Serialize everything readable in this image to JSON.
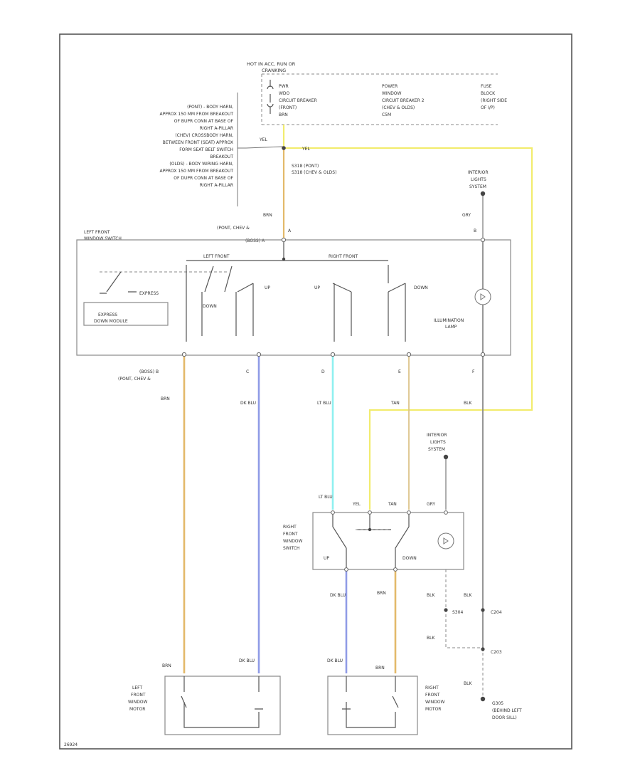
{
  "colors": {
    "yel": "#f2ec6e",
    "brn": "#e3b96a",
    "dkblu": "#8f9be6",
    "ltblu": "#8ff0f0",
    "blk": "#8a8a8a",
    "tan": "#dcc48a",
    "gry": "#999999"
  },
  "fuse_block": {
    "hot_label": "HOT IN ACC, RUN OR",
    "hot_label2": "CRANKING",
    "col1": [
      "PWR",
      "WDO",
      "CIRCUIT BREAKER",
      "(FRONT)",
      "BRN"
    ],
    "col2": [
      "POWER",
      "WINDOW",
      "CIRCUIT BREAKER 2",
      "(CHEV & OLDS)",
      "C5M"
    ],
    "col3": [
      "FUSE",
      "BLOCK",
      "(RIGHT SIDE",
      "OF I/P)"
    ]
  },
  "splice_note": [
    "(PONT) - BODY HARN,",
    "APPROX 150 MM FROM BREAKOUT",
    "OF BUPR CONN AT BASE OF",
    "RIGHT A-PILLAR",
    "(CHEV) CROSSBODY HARN,",
    "BETWEEN FRONT (SEAT) APPROX",
    "FORM SEAT BELT SWITCH",
    "BREAKOUT",
    "(OLDS) - BODY WIRING HARN,",
    "APPROX 150 MM FROM BREAKOUT",
    "OF DUPR CONN AT BASE OF",
    "RIGHT A-PILLAR"
  ],
  "wire_labels": {
    "yel_top1": "YEL",
    "yel_top2": "YEL",
    "s318": "S318 (PONT)",
    "s318b": "S318 (CHEV & OLDS)",
    "brn_in": "BRN",
    "gry_in": "GRY",
    "brn_left": "BRN",
    "dkblu_left": "DK BLU",
    "ltblu": "LT BLU",
    "tan": "TAN",
    "blk": "BLK",
    "rf_ltblu": "LT BLU",
    "rf_yel": "YEL",
    "rf_tan": "TAN",
    "rf_gry": "GRY",
    "rf_dkblu": "DK BLU",
    "rf_brn": "BRN",
    "blk1": "BLK",
    "blk2": "BLK",
    "blk3": "BLK",
    "blk4": "BLK",
    "lm_brn": "BRN",
    "lm_dkblu": "DK BLU",
    "rm_dkblu": "DK BLU",
    "rm_brn": "BRN"
  },
  "interior_lights1": [
    "INTERIOR",
    "LIGHTS",
    "SYSTEM"
  ],
  "interior_lights2": [
    "INTERIOR",
    "LIGHTS",
    "SYSTEM"
  ],
  "lf_switch": {
    "title": "LEFT FRONT",
    "title2": "WINDOW SWITCH",
    "conn": "(PONT, CHEV &",
    "conn2": "(BOSS) A",
    "left_front": "LEFT FRONT",
    "right_front": "RIGHT FRONT",
    "express": "EXPRESS",
    "express_module1": "EXPRESS",
    "express_module2": "DOWN MODULE",
    "down1": "DOWN",
    "up1": "UP",
    "up2": "UP",
    "down2": "DOWN",
    "illum1": "ILLUMINATION",
    "illum2": "LAMP",
    "pin_a": "A",
    "pin_b": "B",
    "pin_c": "C",
    "pin_d": "D",
    "pin_e": "E",
    "pin_f": "F",
    "bottom_conn": "(BOSS) B",
    "bottom_conn2": "(PONT, CHEV &"
  },
  "rf_switch": {
    "title1": "RIGHT",
    "title2": "FRONT",
    "title3": "WINDOW",
    "title4": "SWITCH",
    "up": "UP",
    "down": "DOWN"
  },
  "ground": {
    "s304": "S304",
    "c204": "C204",
    "c203": "C203",
    "g305": "G305",
    "g305_loc1": "(BEHIND LEFT",
    "g305_loc2": "DOOR SILL)"
  },
  "lf_motor": [
    "LEFT",
    "FRONT",
    "WINDOW",
    "MOTOR"
  ],
  "rf_motor": [
    "RIGHT",
    "FRONT",
    "WINDOW",
    "MOTOR"
  ],
  "footer_code": "26924"
}
